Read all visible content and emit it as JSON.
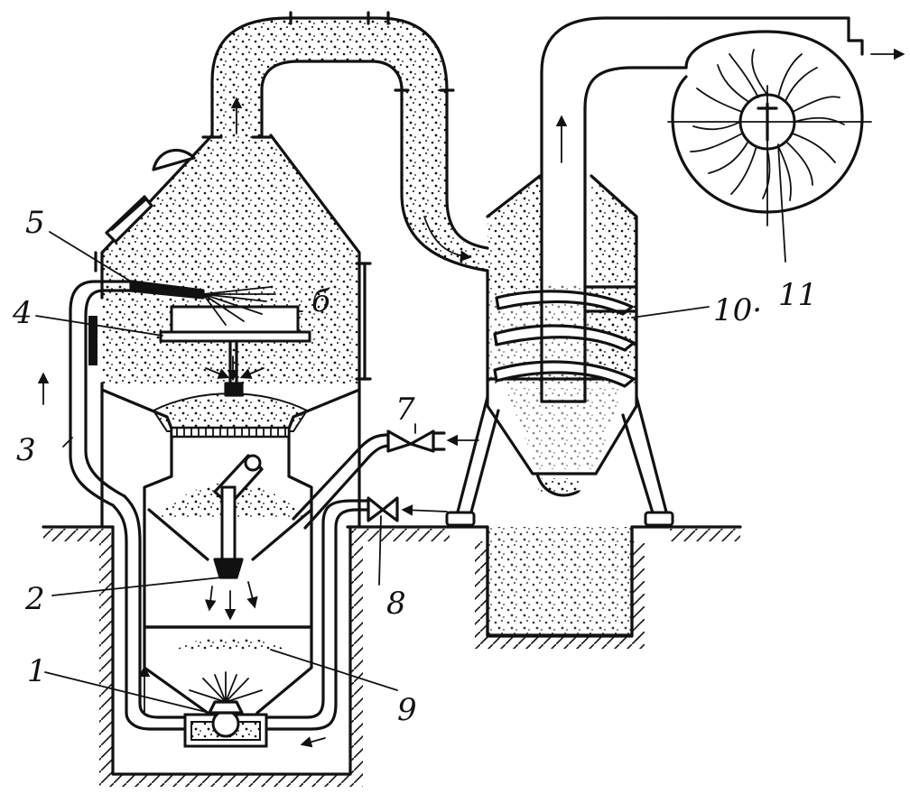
{
  "diagram": {
    "labels": [
      {
        "id": "part-1",
        "text": "1"
      },
      {
        "id": "part-2",
        "text": "2"
      },
      {
        "id": "part-3",
        "text": "3"
      },
      {
        "id": "part-4",
        "text": "4"
      },
      {
        "id": "part-5",
        "text": "5"
      },
      {
        "id": "part-6",
        "text": "б"
      },
      {
        "id": "part-7",
        "text": "7"
      },
      {
        "id": "part-8",
        "text": "8"
      },
      {
        "id": "part-9",
        "text": "9"
      },
      {
        "id": "part-10",
        "text": "10·"
      },
      {
        "id": "part-11",
        "text": "11"
      }
    ],
    "colors": {
      "ink": "#111111",
      "paper": "#ffffff"
    }
  }
}
